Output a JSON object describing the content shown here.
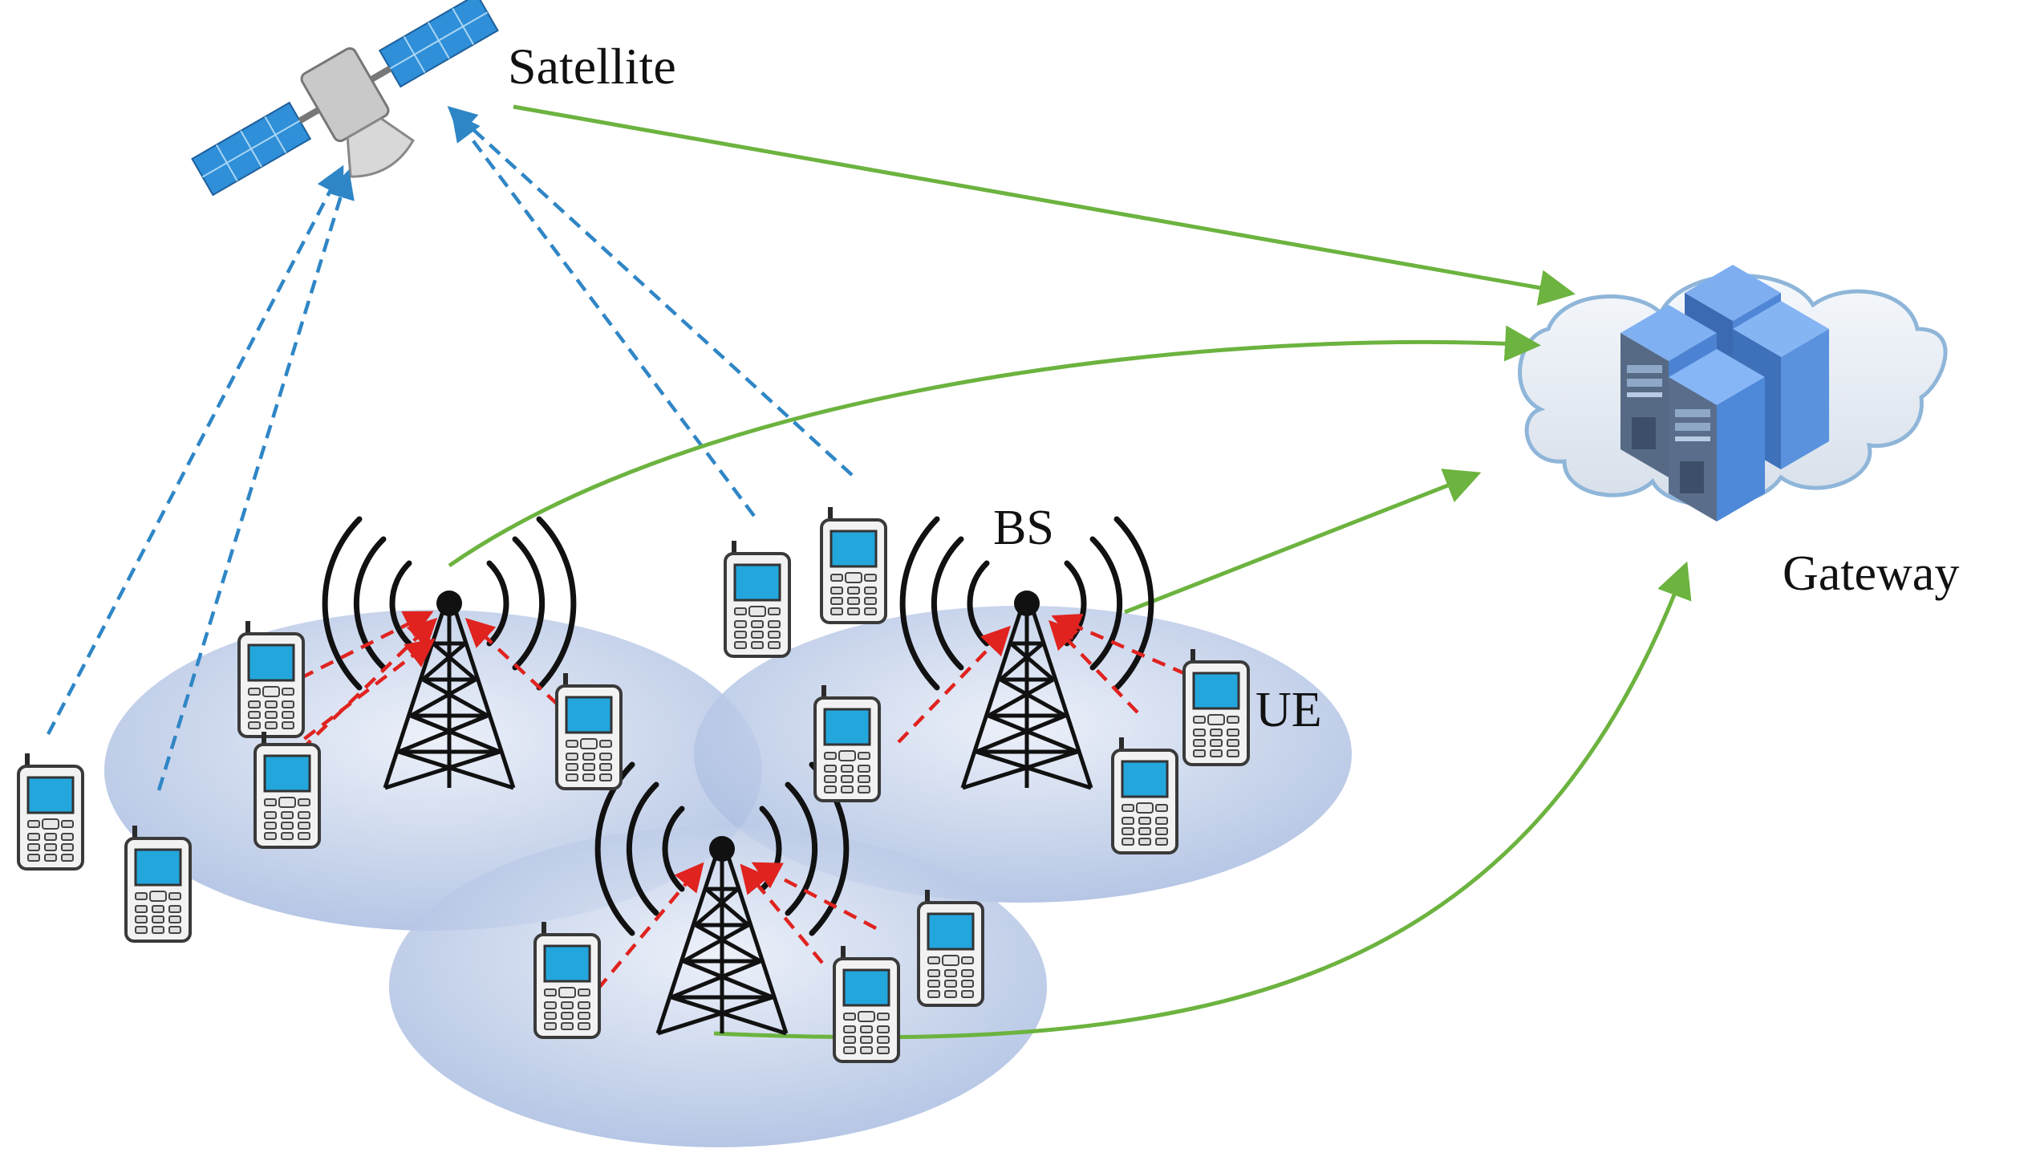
{
  "labels": {
    "satellite": "Satellite",
    "gateway": "Gateway",
    "bs": "BS",
    "ue": "UE"
  },
  "colors": {
    "uplink_dashed": "#2f86c6",
    "access_dashed": "#e0231f",
    "backhaul_solid": "#6cb33f",
    "coverage_cell": "#b7c8e6",
    "cloud": "#e4eaf2",
    "server_blue": "#4a86d6"
  },
  "icons": {
    "satellite": "satellite-icon",
    "tower": "cell-tower-icon",
    "phone": "mobile-phone-icon",
    "servers": "server-cluster-icon",
    "cloud": "cloud-icon"
  }
}
